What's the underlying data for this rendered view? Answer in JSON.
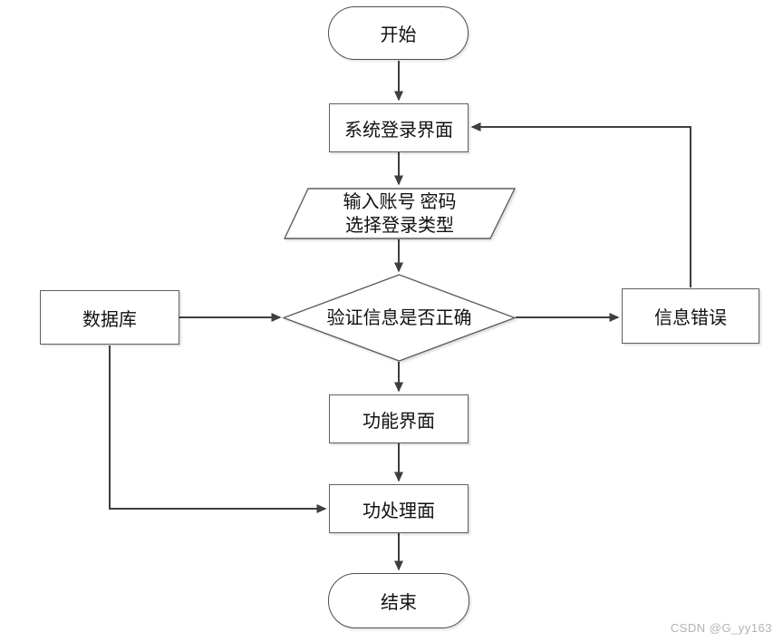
{
  "diagram": {
    "description": "login-flowchart",
    "nodes": {
      "start": {
        "type": "terminator",
        "label": "开始"
      },
      "login": {
        "type": "process",
        "label": "系统登录界面"
      },
      "input": {
        "type": "input-output",
        "label_line1": "输入账号 密码",
        "label_line2": "选择登录类型"
      },
      "verify": {
        "type": "decision",
        "label": "验证信息是否正确"
      },
      "database": {
        "type": "process",
        "label": "数据库"
      },
      "error": {
        "type": "process",
        "label": "信息错误"
      },
      "function": {
        "type": "process",
        "label": "功能界面"
      },
      "process": {
        "type": "process",
        "label": "功处理面"
      },
      "end": {
        "type": "terminator",
        "label": "结束"
      }
    },
    "edges": [
      {
        "from": "start",
        "to": "login"
      },
      {
        "from": "login",
        "to": "input"
      },
      {
        "from": "input",
        "to": "verify"
      },
      {
        "from": "database",
        "to": "verify"
      },
      {
        "from": "verify",
        "to": "error"
      },
      {
        "from": "verify",
        "to": "function"
      },
      {
        "from": "error",
        "to": "login"
      },
      {
        "from": "function",
        "to": "process"
      },
      {
        "from": "database",
        "to": "process"
      },
      {
        "from": "process",
        "to": "end"
      }
    ],
    "colors": {
      "background": "#ffffff",
      "shape_fill": "#ffffff",
      "shape_border": "#5f5f5f",
      "connector": "#3f3f3f",
      "text": "#111111",
      "watermark": "#b3b3b3"
    },
    "watermark": "CSDN @G_yy163"
  }
}
